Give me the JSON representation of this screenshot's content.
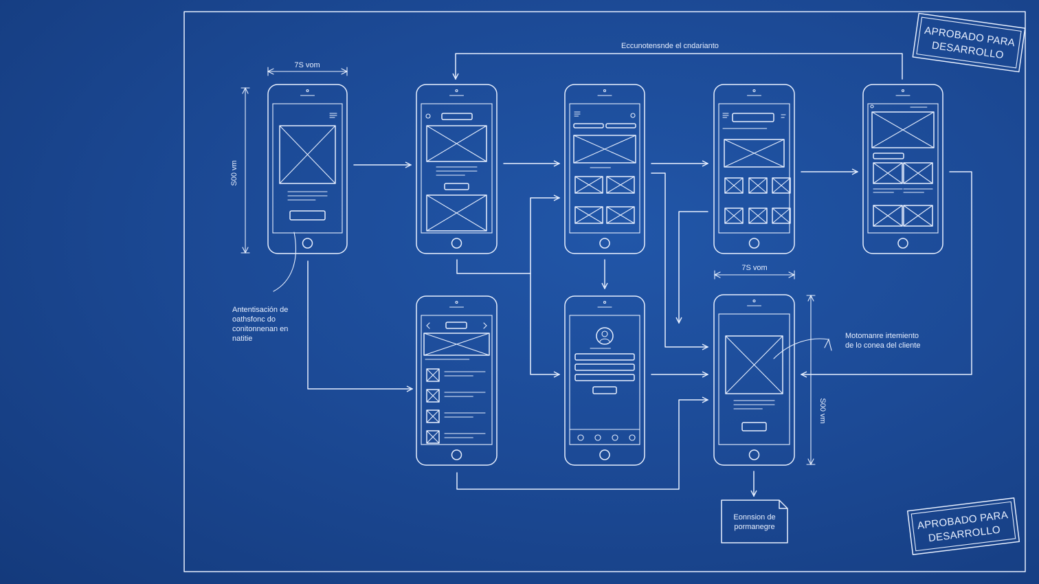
{
  "top_flow_label": "Eccunotensnde el cndarianto",
  "dim_top_width": "7S vom",
  "dim_left_height": "S00 vm",
  "dim_right_width": "7S vom",
  "dim_right_height": "S00 vm",
  "annotation_left": [
    "Antentisación de",
    "oathsfonc do",
    "conitonnenan en",
    "natitie"
  ],
  "annotation_right": [
    "Motomanre irtemiento",
    "de lo conea del cliente"
  ],
  "output_doc": [
    "Eonnsion de",
    "pormanegre"
  ],
  "stamps": {
    "top": [
      "APROBADO PARA",
      "DESARROLLO"
    ],
    "bottom": [
      "APROBADO PARA",
      "DESARROLLO"
    ]
  },
  "colors": {
    "background": "#1c4a96",
    "line": "#e8f0ff"
  }
}
